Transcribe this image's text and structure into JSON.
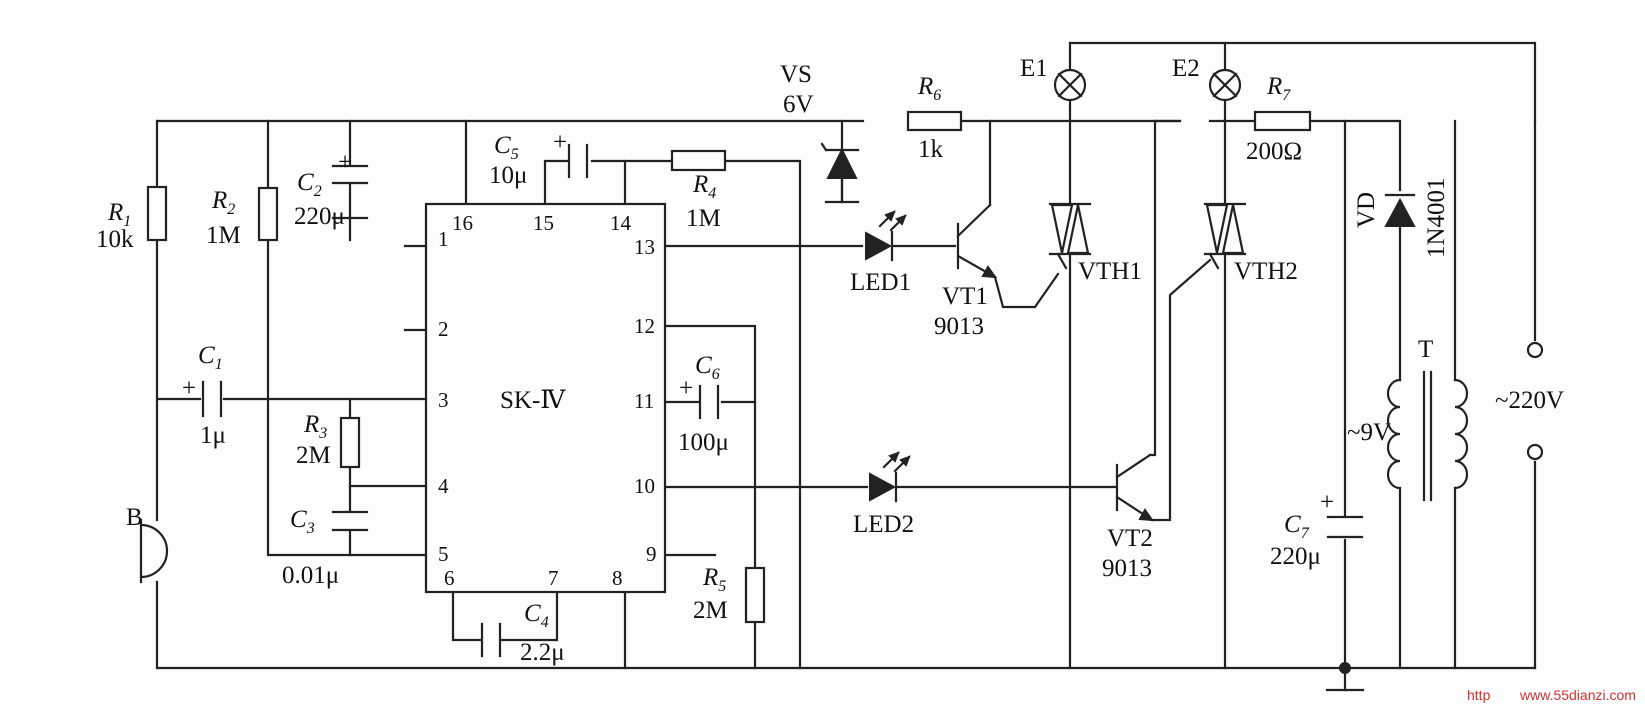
{
  "chip": {
    "name": "SK-Ⅳ",
    "pins": [
      "1",
      "2",
      "3",
      "4",
      "5",
      "6",
      "7",
      "8",
      "9",
      "10",
      "11",
      "12",
      "13",
      "14",
      "15",
      "16"
    ]
  },
  "resistors": {
    "r1": {
      "name": "R",
      "sub": "1",
      "value": "10k"
    },
    "r2": {
      "name": "R",
      "sub": "2",
      "value": "1M"
    },
    "r3": {
      "name": "R",
      "sub": "3",
      "value": "2M"
    },
    "r4": {
      "name": "R",
      "sub": "4",
      "value": "1M"
    },
    "r5": {
      "name": "R",
      "sub": "5",
      "value": "2M"
    },
    "r6": {
      "name": "R",
      "sub": "6",
      "value": "1k"
    },
    "r7": {
      "name": "R",
      "sub": "7",
      "value": "200Ω"
    }
  },
  "capacitors": {
    "c1": {
      "name": "C",
      "sub": "1",
      "value": "1μ"
    },
    "c2": {
      "name": "C",
      "sub": "2",
      "value": "220μ"
    },
    "c3": {
      "name": "C",
      "sub": "3",
      "value": "0.01μ"
    },
    "c4": {
      "name": "C",
      "sub": "4",
      "value": "2.2μ"
    },
    "c5": {
      "name": "C",
      "sub": "5",
      "value": "10μ"
    },
    "c6": {
      "name": "C",
      "sub": "6",
      "value": "100μ"
    },
    "c7": {
      "name": "C",
      "sub": "7",
      "value": "220μ"
    }
  },
  "zener": {
    "name": "VS",
    "value": "6V"
  },
  "leds": {
    "led1": "LED1",
    "led2": "LED2"
  },
  "transistors": {
    "vt1": {
      "name": "VT1",
      "part": "9013"
    },
    "vt2": {
      "name": "VT2",
      "part": "9013"
    }
  },
  "thyristors": {
    "vth1": "VTH1",
    "vth2": "VTH2"
  },
  "lamps": {
    "e1": "E1",
    "e2": "E2"
  },
  "diode": {
    "name": "VD",
    "part": "1N4001"
  },
  "transformer": {
    "name": "T",
    "secondary": "~9V"
  },
  "mains": "~220V",
  "mic": "B",
  "plus": "+",
  "watermark": {
    "prefix": "http",
    "site": "www.55dianzi.com"
  }
}
